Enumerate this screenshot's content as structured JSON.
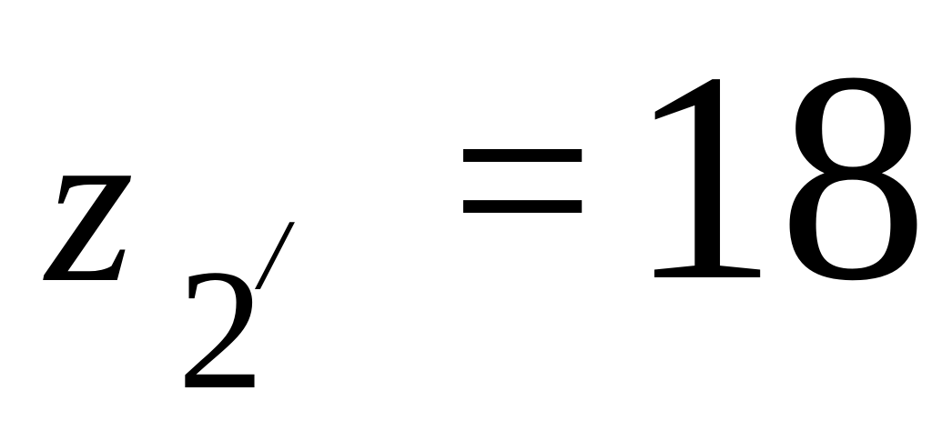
{
  "equation": {
    "variable": "z",
    "subscript": "2",
    "prime": "/",
    "operator": "=",
    "value": "18"
  }
}
